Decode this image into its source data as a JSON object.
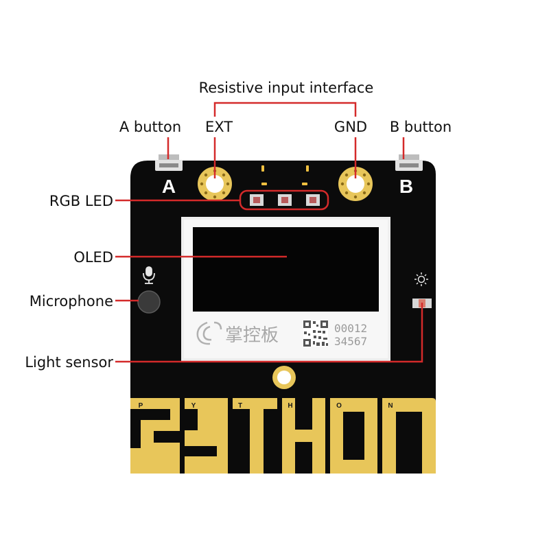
{
  "callouts": {
    "resistive": "Resistive input interface",
    "a_button": "A button",
    "ext": "EXT",
    "gnd": "GND",
    "b_button": "B button",
    "rgb_led": "RGB LED",
    "oled": "OLED",
    "microphone": "Microphone",
    "light_sensor": "Light sensor"
  },
  "board": {
    "a_letter": "A",
    "b_letter": "B",
    "pins": [
      "P",
      "Y",
      "T",
      "H",
      "O",
      "N"
    ],
    "oled_logo_text": "掌控板",
    "serial_line1": "00012",
    "serial_line2": "34567",
    "microphone_icon": "microphone-icon",
    "light_icon": "sun-icon",
    "logo_icon": "mpython-logo-icon",
    "qr_icon": "qr-code-icon"
  },
  "colors": {
    "callout_line": "#d42a2a",
    "board": "#0b0b0b",
    "gold": "#e8c65a",
    "oled_bezel": "#eeeeee",
    "oled_screen": "#050505"
  }
}
